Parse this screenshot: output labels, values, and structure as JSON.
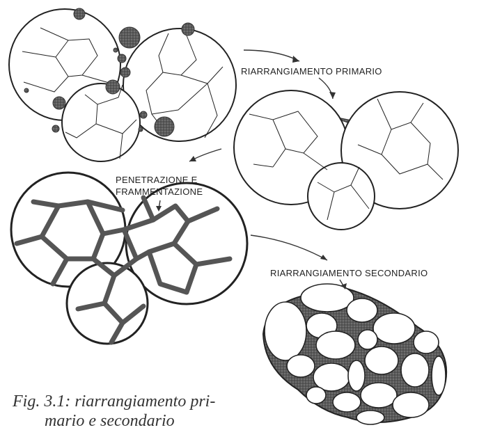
{
  "labels": {
    "primary": "RIARRANGIAMENTO PRIMARIO",
    "penetration_line1": "PENETRAZIONE E",
    "penetration_line2": "FRAMMENTAZIONE",
    "secondary": "RIARRANGIAMENTO SECONDARIO"
  },
  "caption": {
    "line1": "Fig. 3.1: riarrangiamento pri-",
    "line2": "mario e secondario"
  },
  "colors": {
    "ink": "#222222",
    "grain_fill": "#ffffff",
    "liquid_fill": "#555555",
    "liquid_dot": "#777777",
    "background": "#ffffff"
  }
}
